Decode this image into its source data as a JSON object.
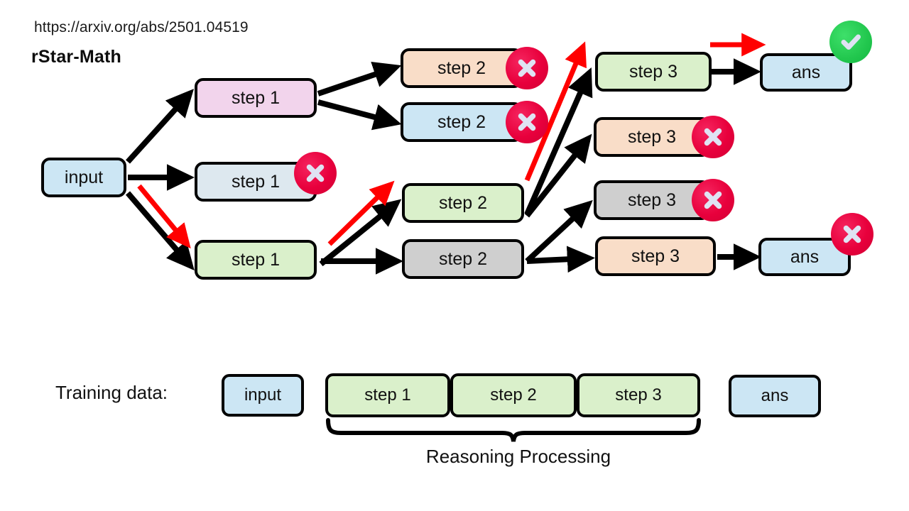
{
  "header": {
    "url": "https://arxiv.org/abs/2501.04519",
    "title": "rStar-Math"
  },
  "colors": {
    "blue": "#cce6f4",
    "pink": "#f2d4ec",
    "slate": "#dde8ef",
    "green": "#daf0cb",
    "peach": "#f9ddc8",
    "gray": "#cfcfcf",
    "reject_badge": "#e8003c",
    "accept_badge": "#22c74e",
    "highlight_arrow": "#ff0000",
    "edge": "#000000"
  },
  "tree": {
    "root": {
      "label": "input",
      "fill": "blue"
    },
    "level1": [
      {
        "label": "step 1",
        "fill": "pink",
        "badge": "none"
      },
      {
        "label": "step 1",
        "fill": "slate",
        "badge": "reject"
      },
      {
        "label": "step 1",
        "fill": "green",
        "badge": "none"
      }
    ],
    "level2": [
      {
        "label": "step 2",
        "fill": "peach",
        "badge": "reject"
      },
      {
        "label": "step 2",
        "fill": "blue",
        "badge": "reject"
      },
      {
        "label": "step 2",
        "fill": "green",
        "badge": "none"
      },
      {
        "label": "step 2",
        "fill": "gray",
        "badge": "none"
      }
    ],
    "level3": [
      {
        "label": "step 3",
        "fill": "green",
        "badge": "none"
      },
      {
        "label": "step 3",
        "fill": "peach",
        "badge": "reject"
      },
      {
        "label": "step 3",
        "fill": "gray",
        "badge": "reject"
      },
      {
        "label": "step 3",
        "fill": "peach",
        "badge": "none"
      }
    ],
    "answers": [
      {
        "label": "ans",
        "fill": "blue",
        "badge": "accept"
      },
      {
        "label": "ans",
        "fill": "blue",
        "badge": "reject"
      }
    ]
  },
  "training": {
    "label": "Training data:",
    "input": {
      "label": "input",
      "fill": "blue"
    },
    "steps": [
      {
        "label": "step 1",
        "fill": "green"
      },
      {
        "label": "step 2",
        "fill": "green"
      },
      {
        "label": "step 3",
        "fill": "green"
      }
    ],
    "answer": {
      "label": "ans",
      "fill": "blue"
    },
    "brace_caption": "Reasoning Processing"
  }
}
